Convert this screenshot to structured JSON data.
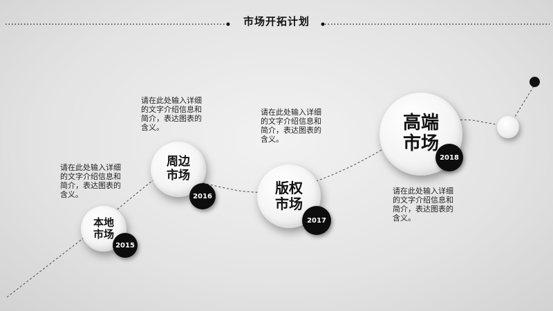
{
  "title": "市场开拓计划",
  "milestones": [
    {
      "name_line1": "本地",
      "name_line2": "市场",
      "year": "2015",
      "desc": [
        "请在此处输入详细",
        "的文字介绍信息和",
        "简介，表达图表的",
        "含义。"
      ]
    },
    {
      "name_line1": "周边",
      "name_line2": "市场",
      "year": "2016",
      "desc": [
        "请在此处输入详细",
        "的文字介绍信息和",
        "简介，表达图表的",
        "含义。"
      ]
    },
    {
      "name_line1": "版权",
      "name_line2": "市场",
      "year": "2017",
      "desc": [
        "请在此处输入详细",
        "的文字介绍信息和",
        "简介，表达图表的",
        "含义。"
      ]
    },
    {
      "name_line1": "高端",
      "name_line2": "市场",
      "year": "2018",
      "desc": [
        "请在此处输入详细",
        "的文字介绍信息和",
        "简介，表达图表的",
        "含义。"
      ]
    }
  ]
}
